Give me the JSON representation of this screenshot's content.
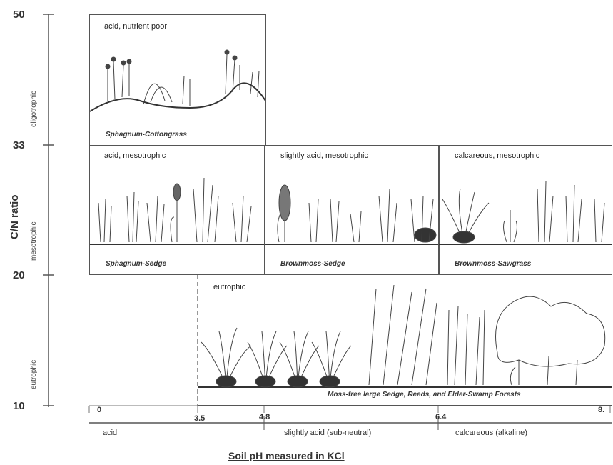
{
  "y_axis": {
    "label": "C/N ratio",
    "ticks": [
      "50",
      "33",
      "20",
      "10"
    ],
    "zones": [
      "oligotrophic",
      "mesotrophic",
      "eutrophic"
    ]
  },
  "x_axis": {
    "label": "Soil pH measured in KCl",
    "ticks": [
      "0",
      "3.5",
      "4.8",
      "6.4",
      "8."
    ],
    "categories": [
      "acid",
      "slightly acid (sub-neutral)",
      "calcareous (alkaline)"
    ]
  },
  "boxes": [
    {
      "title": "acid, nutrient poor",
      "name": "Sphagnum-Cottongrass"
    },
    {
      "title": "acid, mesotrophic",
      "name": "Sphagnum-Sedge"
    },
    {
      "title": "slightly acid, mesotrophic",
      "name": "Brownmoss-Sedge"
    },
    {
      "title": "calcareous, mesotrophic",
      "name": "Brownmoss-Sawgrass"
    },
    {
      "title": "eutrophic",
      "name": "Moss-free large Sedge, Reeds, and Elder-Swamp Forests"
    }
  ],
  "icons": [
    "vegetation-sketch"
  ]
}
